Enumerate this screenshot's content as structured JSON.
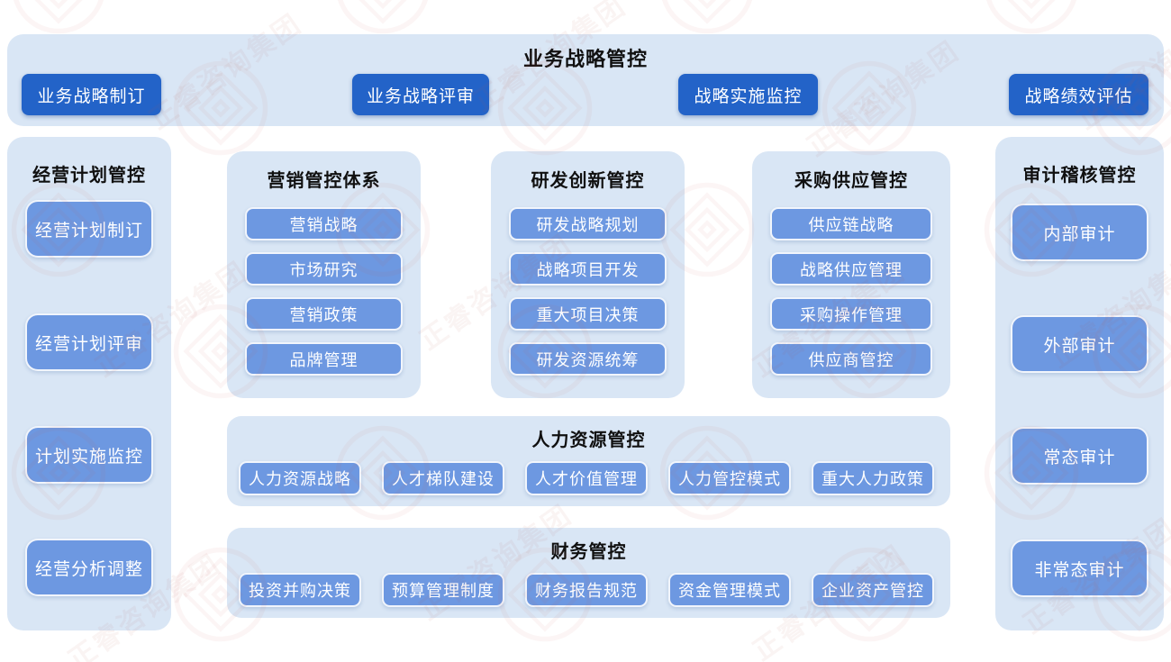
{
  "banner": {
    "title": "业务战略管控",
    "buttons": [
      "业务战略制订",
      "业务战略评审",
      "战略实施监控",
      "战略绩效评估"
    ]
  },
  "plan_panel": {
    "title": "经营计划管控",
    "items": [
      "经营计划制订",
      "经营计划评审",
      "计划实施监控",
      "经营分析调整"
    ]
  },
  "columns": [
    {
      "title": "营销管控体系",
      "items": [
        "营销战略",
        "市场研究",
        "营销政策",
        "品牌管理"
      ]
    },
    {
      "title": "研发创新管控",
      "items": [
        "研发战略规划",
        "战略项目开发",
        "重大项目决策",
        "研发资源统筹"
      ]
    },
    {
      "title": "采购供应管控",
      "items": [
        "供应链战略",
        "战略供应管理",
        "采购操作管理",
        "供应商管控"
      ]
    }
  ],
  "hr_panel": {
    "title": "人力资源管控",
    "items": [
      "人力资源战略",
      "人才梯队建设",
      "人才价值管理",
      "人力管控模式",
      "重大人力政策"
    ]
  },
  "finance_panel": {
    "title": "财务管控",
    "items": [
      "投资并购决策",
      "预算管理制度",
      "财务报告规范",
      "资金管理模式",
      "企业资产管控"
    ]
  },
  "audit_panel": {
    "title": "审计稽核管控",
    "items": [
      "内部审计",
      "外部审计",
      "常态审计",
      "非常态审计"
    ]
  },
  "watermark": {
    "text": "正睿咨询集团",
    "logo": "zhengrui-diamond-logo"
  },
  "colors": {
    "panel_bg": "#d9e6f5",
    "dark_button": "#2363c8",
    "light_button": "#6d98e1",
    "title_text": "#101010",
    "button_text": "#ffffff",
    "watermark_red": "#cf584c"
  }
}
